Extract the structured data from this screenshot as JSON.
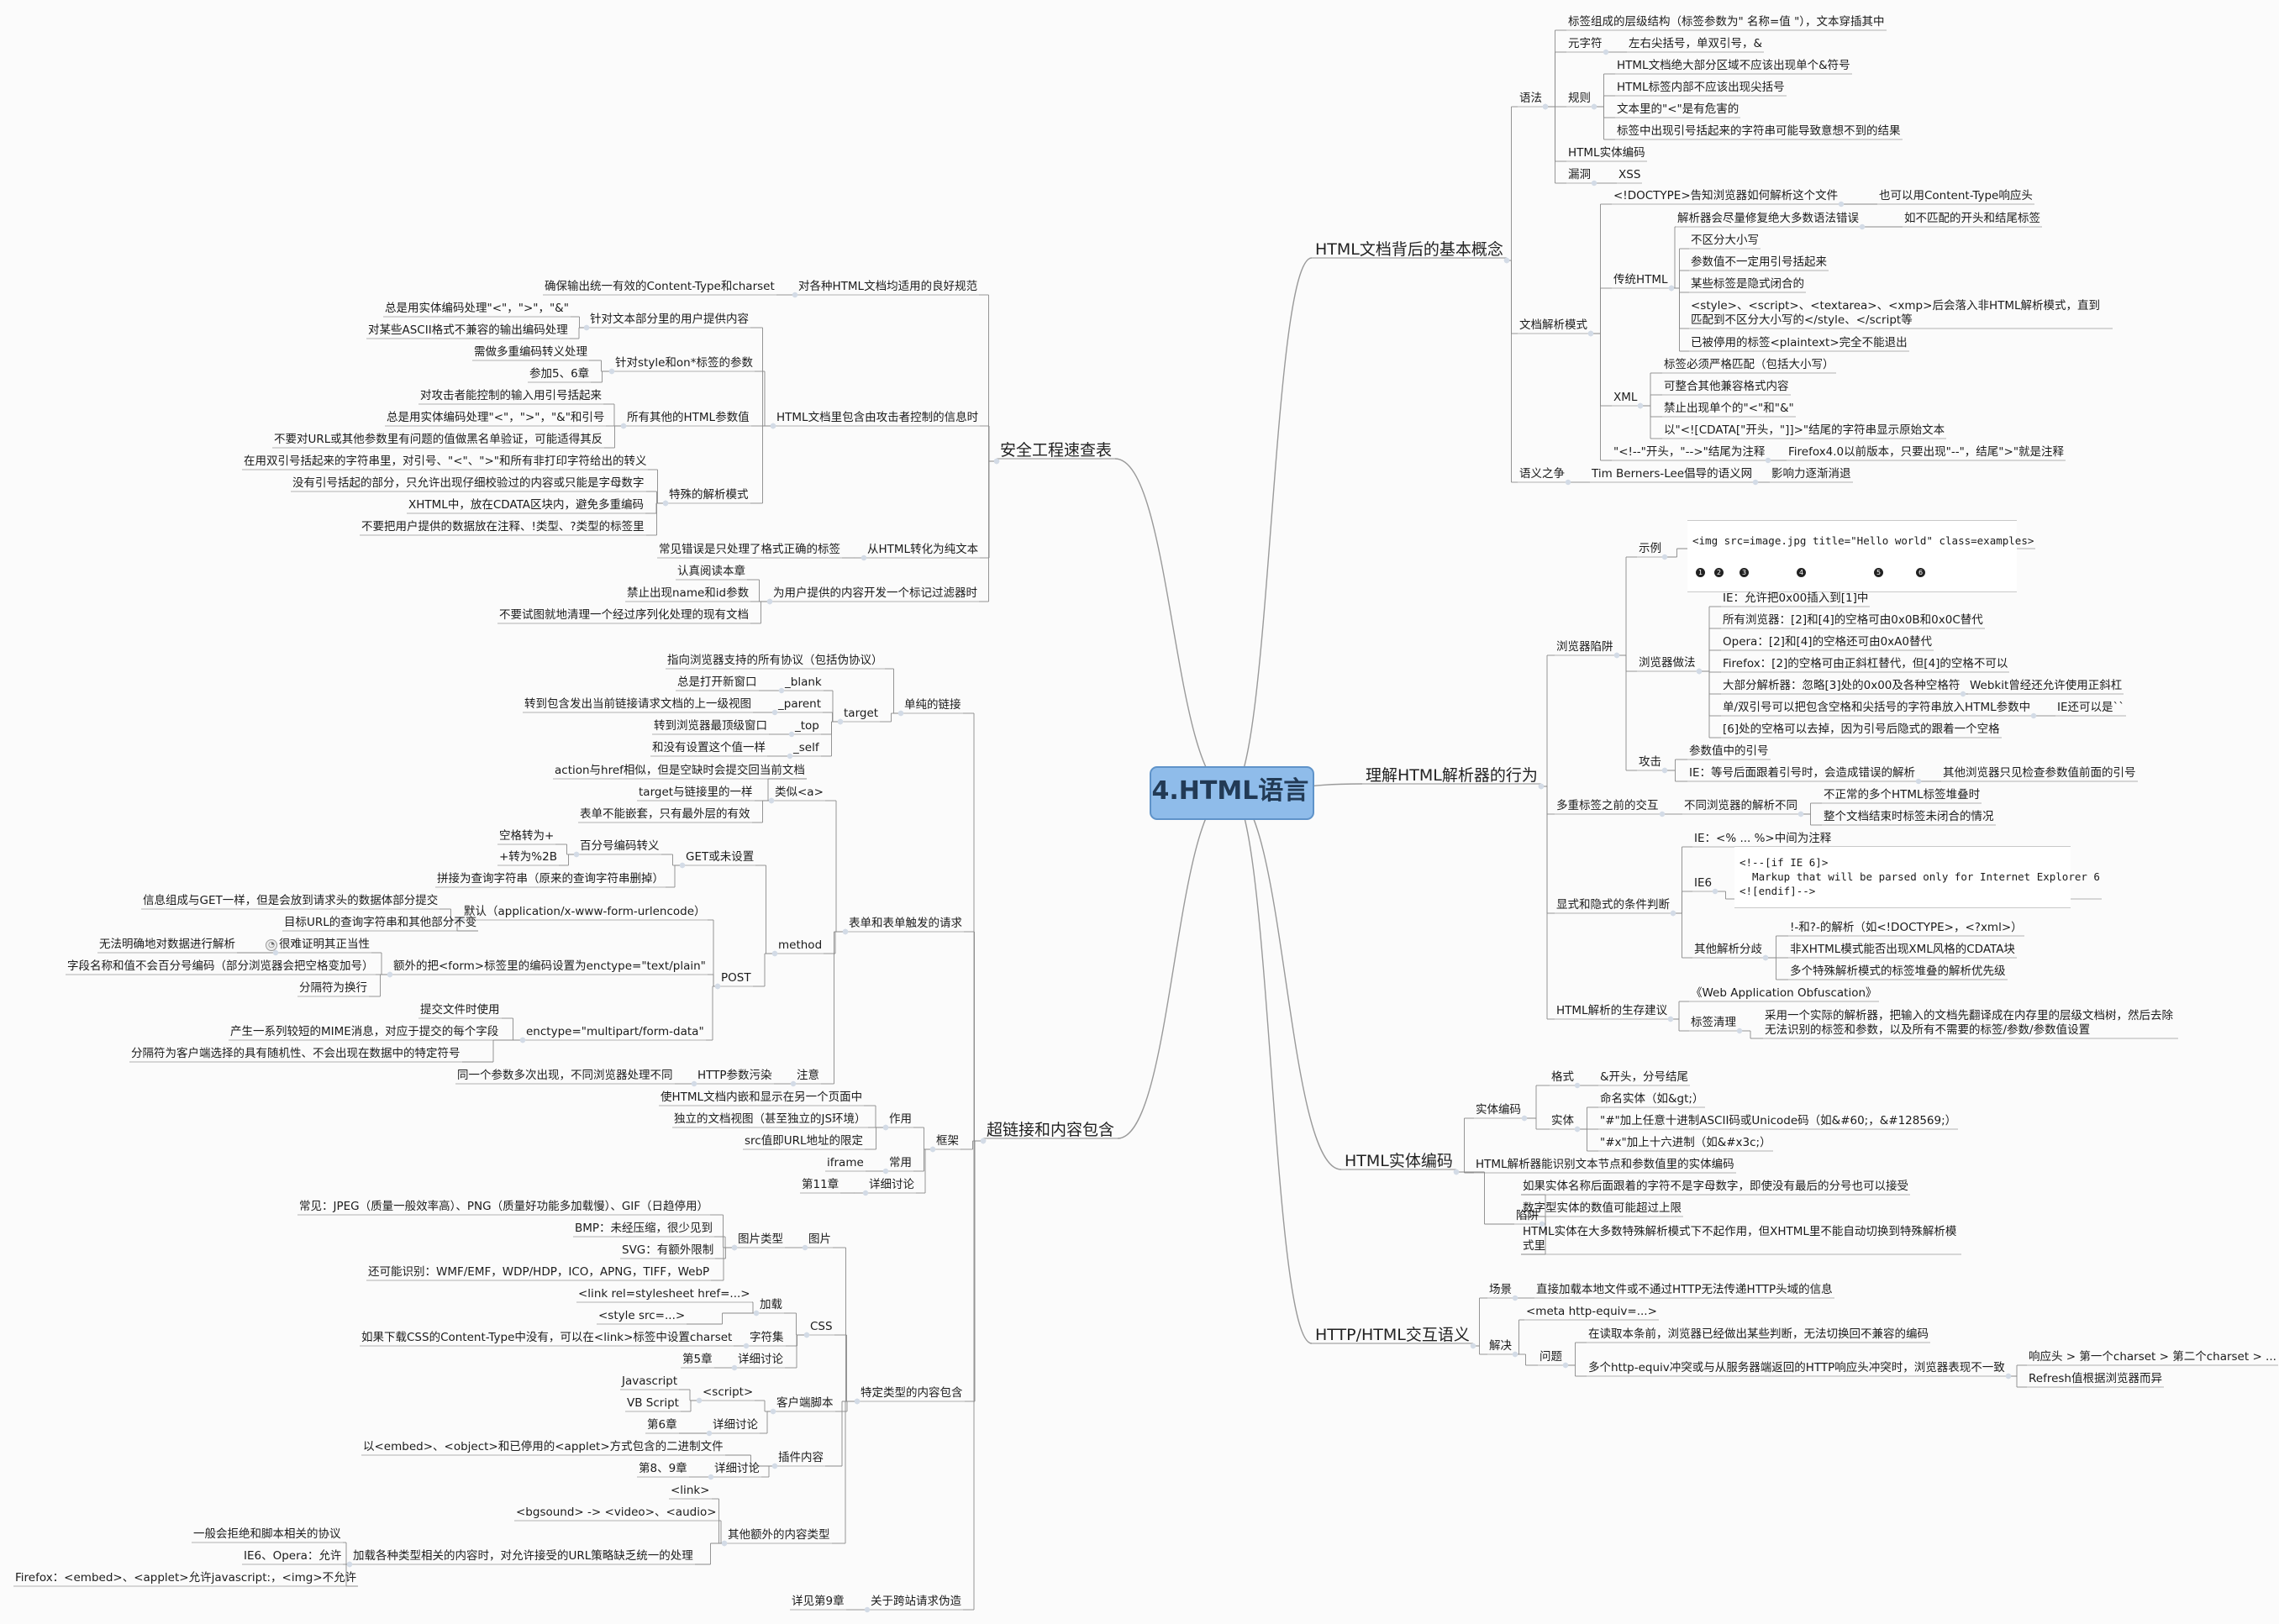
{
  "title": "4.HTML语言",
  "colors": {
    "center_fill": "#8fbcea",
    "center_border": "#5f93c9",
    "line": "#8a8a8a",
    "dot": "#d3dbe6"
  },
  "branches": [
    {
      "id": "b1",
      "label": "HTML文档背后的基本概念"
    },
    {
      "id": "b2",
      "label": "理解HTML解析器的行为"
    },
    {
      "id": "b3",
      "label": "HTML实体编码"
    },
    {
      "id": "b4",
      "label": "HTTP/HTML交互语义"
    },
    {
      "id": "b5",
      "label": "安全工程速查表"
    },
    {
      "id": "b6",
      "label": "超链接和内容包含"
    }
  ],
  "nodes": [
    {
      "id": "b1_1",
      "parent": "b1",
      "label": "语法"
    },
    {
      "id": "b1_1_1",
      "parent": "b1_1",
      "label": "标签组成的层级结构（标签参数为\" 名称=值 \"），文本穿插其中"
    },
    {
      "id": "b1_1_2",
      "parent": "b1_1",
      "label": "元字符"
    },
    {
      "id": "b1_1_2_1",
      "parent": "b1_1_2",
      "label": "左右尖括号，单双引号，&"
    },
    {
      "id": "b1_1_3",
      "parent": "b1_1",
      "label": "规则"
    },
    {
      "id": "b1_1_3_1",
      "parent": "b1_1_3",
      "label": "HTML文档绝大部分区域不应该出现单个&符号"
    },
    {
      "id": "b1_1_3_2",
      "parent": "b1_1_3",
      "label": "HTML标签内部不应该出现尖括号"
    },
    {
      "id": "b1_1_3_3",
      "parent": "b1_1_3",
      "label": "文本里的\"<\"是有危害的"
    },
    {
      "id": "b1_1_3_4",
      "parent": "b1_1_3",
      "label": "标签中出现引号括起来的字符串可能导致意想不到的结果"
    },
    {
      "id": "b1_1_4",
      "parent": "b1_1",
      "label": "HTML实体编码"
    },
    {
      "id": "b1_1_5",
      "parent": "b1_1",
      "label": "漏洞"
    },
    {
      "id": "b1_1_5_1",
      "parent": "b1_1_5",
      "label": "XSS"
    },
    {
      "id": "b1_2",
      "parent": "b1",
      "label": "文档解析模式"
    },
    {
      "id": "b1_2_1",
      "parent": "b1_2",
      "label": "<!DOCTYPE>告知浏览器如何解析这个文件"
    },
    {
      "id": "b1_2_1_1",
      "parent": "b1_2_1",
      "label": "也可以用Content-Type响应头"
    },
    {
      "id": "b1_2_2",
      "parent": "b1_2",
      "label": "传统HTML"
    },
    {
      "id": "b1_2_2_1",
      "parent": "b1_2_2",
      "label": "解析器会尽量修复绝大多数语法错误"
    },
    {
      "id": "b1_2_2_1_1",
      "parent": "b1_2_2_1",
      "label": "如不匹配的开头和结尾标签"
    },
    {
      "id": "b1_2_2_2",
      "parent": "b1_2_2",
      "label": "不区分大小写"
    },
    {
      "id": "b1_2_2_3",
      "parent": "b1_2_2",
      "label": "参数值不一定用引号括起来"
    },
    {
      "id": "b1_2_2_4",
      "parent": "b1_2_2",
      "label": "某些标签是隐式闭合的"
    },
    {
      "id": "b1_2_2_5",
      "parent": "b1_2_2",
      "label": "<style>、<script>、<textarea>、<xmp>后会落入非HTML解析模式，直到匹配到不区分大小写的</style、</script等",
      "multi": true
    },
    {
      "id": "b1_2_2_6",
      "parent": "b1_2_2",
      "label": "已被停用的标签<plaintext>完全不能退出"
    },
    {
      "id": "b1_2_3",
      "parent": "b1_2",
      "label": "XML"
    },
    {
      "id": "b1_2_3_1",
      "parent": "b1_2_3",
      "label": "标签必须严格匹配（包括大小写）"
    },
    {
      "id": "b1_2_3_2",
      "parent": "b1_2_3",
      "label": "可整合其他兼容格式内容"
    },
    {
      "id": "b1_2_3_3",
      "parent": "b1_2_3",
      "label": "禁止出现单个的\"<\"和\"&\""
    },
    {
      "id": "b1_2_3_4",
      "parent": "b1_2_3",
      "label": "以\"<![CDATA[\"开头，\"]]>\"结尾的字符串显示原始文本"
    },
    {
      "id": "b1_2_4",
      "parent": "b1_2",
      "label": "\"<!--\"开头，\"-->\"结尾为注释"
    },
    {
      "id": "b1_2_4_1",
      "parent": "b1_2_4",
      "label": "Firefox4.0以前版本，只要出现\"--\"，结尾\">\"就是注释"
    },
    {
      "id": "b1_3",
      "parent": "b1",
      "label": "语义之争"
    },
    {
      "id": "b1_3_1",
      "parent": "b1_3",
      "label": "Tim Berners-Lee倡导的语义网"
    },
    {
      "id": "b1_3_1_1",
      "parent": "b1_3_1",
      "label": "影响力逐渐消退"
    },
    {
      "id": "b2_1",
      "parent": "b2",
      "label": "浏览器陷阱"
    },
    {
      "id": "b2_1_1",
      "parent": "b2_1",
      "label": "示例"
    },
    {
      "id": "b2_1_1_1",
      "parent": "b2_1_1",
      "label": "<img src=image.jpg title=\"Hello world\" class=examples>",
      "mono": true
    },
    {
      "id": "b2_1_2",
      "parent": "b2_1",
      "label": "浏览器做法"
    },
    {
      "id": "b2_1_2_1",
      "parent": "b2_1_2",
      "label": "IE：允许把0x00插入到[1]中"
    },
    {
      "id": "b2_1_2_2",
      "parent": "b2_1_2",
      "label": "所有浏览器：[2]和[4]的空格可由0x0B和0x0C替代"
    },
    {
      "id": "b2_1_2_3",
      "parent": "b2_1_2",
      "label": "Opera：[2]和[4]的空格还可由0xA0替代"
    },
    {
      "id": "b2_1_2_4",
      "parent": "b2_1_2",
      "label": "Firefox：[2]的空格可由正斜杠替代，但[4]的空格不可以"
    },
    {
      "id": "b2_1_2_5",
      "parent": "b2_1_2",
      "label": "大部分解析器：忽略[3]处的0x00及各种空格符"
    },
    {
      "id": "b2_1_2_5_1",
      "parent": "b2_1_2_5",
      "label": "Webkit曾经还允许使用正斜杠"
    },
    {
      "id": "b2_1_2_6",
      "parent": "b2_1_2",
      "label": "单/双引号可以把包含空格和尖括号的字符串放入HTML参数中"
    },
    {
      "id": "b2_1_2_6_1",
      "parent": "b2_1_2_6",
      "label": "IE还可以是``"
    },
    {
      "id": "b2_1_2_7",
      "parent": "b2_1_2",
      "label": "[6]处的空格可以去掉，因为引号后隐式的跟着一个空格"
    },
    {
      "id": "b2_1_3",
      "parent": "b2_1",
      "label": "攻击"
    },
    {
      "id": "b2_1_3_1",
      "parent": "b2_1_3",
      "label": "参数值中的引号"
    },
    {
      "id": "b2_1_3_2",
      "parent": "b2_1_3",
      "label": "IE：等号后面跟着引号时，会造成错误的解析"
    },
    {
      "id": "b2_1_3_2_1",
      "parent": "b2_1_3_2",
      "label": "其他浏览器只见检查参数值前面的引号"
    },
    {
      "id": "b2_2",
      "parent": "b2",
      "label": "多重标签之前的交互"
    },
    {
      "id": "b2_2_1",
      "parent": "b2_2",
      "label": "不同浏览器的解析不同"
    },
    {
      "id": "b2_2_1_1",
      "parent": "b2_2_1",
      "label": "不正常的多个HTML标签堆叠时"
    },
    {
      "id": "b2_2_1_2",
      "parent": "b2_2_1",
      "label": "整个文档结束时标签未闭合的情况"
    },
    {
      "id": "b2_3",
      "parent": "b2",
      "label": "显式和隐式的条件判断"
    },
    {
      "id": "b2_3_1",
      "parent": "b2_3",
      "label": "IE：<% ... %>中间为注释"
    },
    {
      "id": "b2_3_2",
      "parent": "b2_3",
      "label": "IE6"
    },
    {
      "id": "b2_3_2_1",
      "parent": "b2_3_2",
      "label": "<!--[if IE 6]>\n  Markup that will be parsed only for Internet Explorer 6\n<![endif]-->",
      "mono": true
    },
    {
      "id": "b2_3_3",
      "parent": "b2_3",
      "label": "其他解析分歧"
    },
    {
      "id": "b2_3_3_1",
      "parent": "b2_3_3",
      "label": "!-和?-的解析（如<!DOCTYPE>，<?xml>）"
    },
    {
      "id": "b2_3_3_2",
      "parent": "b2_3_3",
      "label": "非XHTML模式能否出现XML风格的CDATA块"
    },
    {
      "id": "b2_3_3_3",
      "parent": "b2_3_3",
      "label": "多个特殊解析模式的标签堆叠的解析优先级"
    },
    {
      "id": "b2_4",
      "parent": "b2",
      "label": "HTML解析的生存建议"
    },
    {
      "id": "b2_4_1",
      "parent": "b2_4",
      "label": "《Web Application Obfuscation》"
    },
    {
      "id": "b2_4_2",
      "parent": "b2_4",
      "label": "标签清理"
    },
    {
      "id": "b2_4_2_1",
      "parent": "b2_4_2",
      "label": "采用一个实际的解析器，把输入的文档先翻译成在内存里的层级文档树，然后去除无法识别的标签和参数，以及所有不需要的标签/参数/参数值设置",
      "multi": true
    },
    {
      "id": "b3_1",
      "parent": "b3",
      "label": "实体编码"
    },
    {
      "id": "b3_1_1",
      "parent": "b3_1",
      "label": "格式"
    },
    {
      "id": "b3_1_1_1",
      "parent": "b3_1_1",
      "label": "&开头，分号结尾"
    },
    {
      "id": "b3_1_2",
      "parent": "b3_1",
      "label": "实体"
    },
    {
      "id": "b3_1_2_1",
      "parent": "b3_1_2",
      "label": "命名实体（如&gt;）"
    },
    {
      "id": "b3_1_2_2",
      "parent": "b3_1_2",
      "label": "\"#\"加上任意十进制ASCII码或Unicode码（如&#60;，&#128569;）"
    },
    {
      "id": "b3_1_2_3",
      "parent": "b3_1_2",
      "label": "\"#x\"加上十六进制（如&#x3c;）"
    },
    {
      "id": "b3_2",
      "parent": "b3",
      "label": "HTML解析器能识别文本节点和参数值里的实体编码"
    },
    {
      "id": "b3_3",
      "parent": "b3",
      "label": "陷阱"
    },
    {
      "id": "b3_3_1",
      "parent": "b3_3",
      "label": "如果实体名称后面跟着的字符不是字母数字，即使没有最后的分号也可以接受"
    },
    {
      "id": "b3_3_2",
      "parent": "b3_3",
      "label": "数字型实体的数值可能超过上限"
    },
    {
      "id": "b3_3_3",
      "parent": "b3_3",
      "label": "HTML实体在大多数特殊解析模式下不起作用，但XHTML里不能自动切换到特殊解析模式里",
      "multi": true
    },
    {
      "id": "b4_1",
      "parent": "b4",
      "label": "场景"
    },
    {
      "id": "b4_1_1",
      "parent": "b4_1",
      "label": "直接加载本地文件或不通过HTTP无法传递HTTP头域的信息"
    },
    {
      "id": "b4_2",
      "parent": "b4",
      "label": "解决"
    },
    {
      "id": "b4_2_1",
      "parent": "b4_2",
      "label": "<meta http-equiv=...>"
    },
    {
      "id": "b4_2_2",
      "parent": "b4_2",
      "label": "问题"
    },
    {
      "id": "b4_2_2_1",
      "parent": "b4_2_2",
      "label": "在读取本条前，浏览器已经做出某些判断，无法切换回不兼容的编码"
    },
    {
      "id": "b4_2_2_2",
      "parent": "b4_2_2",
      "label": "多个http-equiv冲突或与从服务器端返回的HTTP响应头冲突时，浏览器表现不一致"
    },
    {
      "id": "b4_2_2_2_1",
      "parent": "b4_2_2_2",
      "label": "响应头 > 第一个charset > 第二个charset > ..."
    },
    {
      "id": "b4_2_2_2_2",
      "parent": "b4_2_2_2",
      "label": "Refresh值根据浏览器而异"
    },
    {
      "id": "b5_1",
      "parent": "b5",
      "label": "对各种HTML文档均适用的良好规范"
    },
    {
      "id": "b5_1_1",
      "parent": "b5_1",
      "label": "确保输出统一有效的Content-Type和charset"
    },
    {
      "id": "b5_2",
      "parent": "b5",
      "label": "HTML文档里包含由攻击者控制的信息时"
    },
    {
      "id": "b5_2_1",
      "parent": "b5_2",
      "label": "针对文本部分里的用户提供内容"
    },
    {
      "id": "b5_2_1_1",
      "parent": "b5_2_1",
      "label": "总是用实体编码处理\"<\"，\">\"，\"&\""
    },
    {
      "id": "b5_2_1_2",
      "parent": "b5_2_1",
      "label": "对某些ASCII格式不兼容的输出编码处理"
    },
    {
      "id": "b5_2_2",
      "parent": "b5_2",
      "label": "针对style和on*标签的参数"
    },
    {
      "id": "b5_2_2_1",
      "parent": "b5_2_2",
      "label": "需做多重编码转义处理"
    },
    {
      "id": "b5_2_2_2",
      "parent": "b5_2_2",
      "label": "参加5、6章"
    },
    {
      "id": "b5_2_3",
      "parent": "b5_2",
      "label": "所有其他的HTML参数值"
    },
    {
      "id": "b5_2_3_1",
      "parent": "b5_2_3",
      "label": "对攻击者能控制的输入用引号括起来"
    },
    {
      "id": "b5_2_3_2",
      "parent": "b5_2_3",
      "label": "总是用实体编码处理\"<\"，\">\"，\"&\"和引号"
    },
    {
      "id": "b5_2_3_3",
      "parent": "b5_2_3",
      "label": "不要对URL或其他参数里有问题的值做黑名单验证，可能适得其反"
    },
    {
      "id": "b5_2_4",
      "parent": "b5_2",
      "label": "特殊的解析模式"
    },
    {
      "id": "b5_2_4_1",
      "parent": "b5_2_4",
      "label": "在用双引号括起来的字符串里，对引号、\"<\"、\">\"和所有非打印字符给出的转义"
    },
    {
      "id": "b5_2_4_2",
      "parent": "b5_2_4",
      "label": "没有引号括起的部分，只允许出现仔细校验过的内容或只能是字母数字"
    },
    {
      "id": "b5_2_4_3",
      "parent": "b5_2_4",
      "label": "XHTML中，放在CDATA区块内，避免多重编码"
    },
    {
      "id": "b5_2_4_4",
      "parent": "b5_2_4",
      "label": "不要把用户提供的数据放在注释、!类型、?类型的标签里"
    },
    {
      "id": "b5_3",
      "parent": "b5",
      "label": "从HTML转化为纯文本"
    },
    {
      "id": "b5_3_1",
      "parent": "b5_3",
      "label": "常见错误是只处理了格式正确的标签"
    },
    {
      "id": "b5_4",
      "parent": "b5",
      "label": "为用户提供的内容开发一个标记过滤器时"
    },
    {
      "id": "b5_4_1",
      "parent": "b5_4",
      "label": "认真阅读本章"
    },
    {
      "id": "b5_4_2",
      "parent": "b5_4",
      "label": "禁止出现name和id参数"
    },
    {
      "id": "b5_4_3",
      "parent": "b5_4",
      "label": "不要试图就地清理一个经过序列化处理的现有文档"
    },
    {
      "id": "b6_1",
      "parent": "b6",
      "label": "单纯的链接"
    },
    {
      "id": "b6_1_1",
      "parent": "b6_1",
      "label": "指向浏览器支持的所有协议（包括伪协议）"
    },
    {
      "id": "b6_1_2",
      "parent": "b6_1",
      "label": "target"
    },
    {
      "id": "b6_1_2_1",
      "parent": "b6_1_2",
      "label": "_blank"
    },
    {
      "id": "b6_1_2_1_1",
      "parent": "b6_1_2_1",
      "label": "总是打开新窗口"
    },
    {
      "id": "b6_1_2_2",
      "parent": "b6_1_2",
      "label": "_parent"
    },
    {
      "id": "b6_1_2_2_1",
      "parent": "b6_1_2_2",
      "label": "转到包含发出当前链接请求文档的上一级视图"
    },
    {
      "id": "b6_1_2_3",
      "parent": "b6_1_2",
      "label": "_top"
    },
    {
      "id": "b6_1_2_3_1",
      "parent": "b6_1_2_3",
      "label": "转到浏览器最顶级窗口"
    },
    {
      "id": "b6_1_2_4",
      "parent": "b6_1_2",
      "label": "_self"
    },
    {
      "id": "b6_1_2_4_1",
      "parent": "b6_1_2_4",
      "label": "和没有设置这个值一样"
    },
    {
      "id": "b6_2",
      "parent": "b6",
      "label": "表单和表单触发的请求"
    },
    {
      "id": "b6_2_1",
      "parent": "b6_2",
      "label": "类似<a>"
    },
    {
      "id": "b6_2_1_1",
      "parent": "b6_2_1",
      "label": "action与href相似，但是空缺时会提交回当前文档"
    },
    {
      "id": "b6_2_1_2",
      "parent": "b6_2_1",
      "label": "target与链接里的一样"
    },
    {
      "id": "b6_2_1_3",
      "parent": "b6_2_1",
      "label": "表单不能嵌套，只有最外层的有效"
    },
    {
      "id": "b6_2_2",
      "parent": "b6_2",
      "label": "method"
    },
    {
      "id": "b6_2_2_1",
      "parent": "b6_2_2",
      "label": "GET或未设置"
    },
    {
      "id": "b6_2_2_1_1",
      "parent": "b6_2_2_1",
      "label": "百分号编码转义"
    },
    {
      "id": "b6_2_2_1_1_1",
      "parent": "b6_2_2_1_1",
      "label": "空格转为+"
    },
    {
      "id": "b6_2_2_1_1_2",
      "parent": "b6_2_2_1_1",
      "label": "+转为%2B"
    },
    {
      "id": "b6_2_2_1_2",
      "parent": "b6_2_2_1",
      "label": "拼接为查询字符串（原来的查询字符串删掉）"
    },
    {
      "id": "b6_2_2_2",
      "parent": "b6_2_2",
      "label": "POST"
    },
    {
      "id": "b6_2_2_2_1",
      "parent": "b6_2_2_2",
      "label": "默认（application/x-www-form-urlencode）"
    },
    {
      "id": "b6_2_2_2_1_1",
      "parent": "b6_2_2_2_1",
      "label": "信息组成与GET一样，但是会放到请求头的数据体部分提交"
    },
    {
      "id": "b6_2_2_2_1_2",
      "parent": "b6_2_2_2_1",
      "label": "目标URL的查询字符串和其他部分不变"
    },
    {
      "id": "b6_2_2_2_2",
      "parent": "b6_2_2_2",
      "label": "额外的把<form>标签里的编码设置为enctype=\"text/plain\""
    },
    {
      "id": "b6_2_2_2_2_1",
      "parent": "b6_2_2_2_2",
      "label": "很难证明其正当性"
    },
    {
      "id": "b6_2_2_2_2_1_1",
      "parent": "b6_2_2_2_2_1",
      "label": "无法明确地对数据进行解析"
    },
    {
      "id": "b6_2_2_2_2_2",
      "parent": "b6_2_2_2_2",
      "label": "字段名称和值不会百分号编码（部分浏览器会把空格变加号）"
    },
    {
      "id": "b6_2_2_2_2_3",
      "parent": "b6_2_2_2_2",
      "label": "分隔符为换行"
    },
    {
      "id": "b6_2_2_2_3",
      "parent": "b6_2_2_2",
      "label": "enctype=\"multipart/form-data\""
    },
    {
      "id": "b6_2_2_2_3_1",
      "parent": "b6_2_2_2_3",
      "label": "提交文件时使用"
    },
    {
      "id": "b6_2_2_2_3_2",
      "parent": "b6_2_2_2_3",
      "label": "产生一系列较短的MIME消息，对应于提交的每个字段"
    },
    {
      "id": "b6_2_2_2_3_3",
      "parent": "b6_2_2_2_3",
      "label": "分隔符为客户端选择的具有随机性、不会出现在数据中的特定符号"
    },
    {
      "id": "b6_2_3",
      "parent": "b6_2",
      "label": "注意"
    },
    {
      "id": "b6_2_3_1",
      "parent": "b6_2_3",
      "label": "HTTP参数污染"
    },
    {
      "id": "b6_2_3_1_1",
      "parent": "b6_2_3_1",
      "label": "同一个参数多次出现，不同浏览器处理不同"
    },
    {
      "id": "b6_3",
      "parent": "b6",
      "label": "框架"
    },
    {
      "id": "b6_3_1",
      "parent": "b6_3",
      "label": "作用"
    },
    {
      "id": "b6_3_1_1",
      "parent": "b6_3_1",
      "label": "使HTML文档内嵌和显示在另一个页面中"
    },
    {
      "id": "b6_3_1_2",
      "parent": "b6_3_1",
      "label": "独立的文档视图（甚至独立的JS环境）"
    },
    {
      "id": "b6_3_1_3",
      "parent": "b6_3_1",
      "label": "src值即URL地址的限定"
    },
    {
      "id": "b6_3_2",
      "parent": "b6_3",
      "label": "常用"
    },
    {
      "id": "b6_3_2_1",
      "parent": "b6_3_2",
      "label": "iframe"
    },
    {
      "id": "b6_3_3",
      "parent": "b6_3",
      "label": "详细讨论"
    },
    {
      "id": "b6_3_3_1",
      "parent": "b6_3_3",
      "label": "第11章"
    },
    {
      "id": "b6_4",
      "parent": "b6",
      "label": "特定类型的内容包含"
    },
    {
      "id": "b6_4_1",
      "parent": "b6_4",
      "label": "图片"
    },
    {
      "id": "b6_4_1_1",
      "parent": "b6_4_1",
      "label": "图片类型"
    },
    {
      "id": "b6_4_1_1_1",
      "parent": "b6_4_1_1",
      "label": "常见：JPEG（质量一般效率高）、PNG（质量好功能多加载慢）、GIF（日趋停用）"
    },
    {
      "id": "b6_4_1_1_2",
      "parent": "b6_4_1_1",
      "label": "BMP：未经压缩，很少见到"
    },
    {
      "id": "b6_4_1_1_3",
      "parent": "b6_4_1_1",
      "label": "SVG：有额外限制"
    },
    {
      "id": "b6_4_1_1_4",
      "parent": "b6_4_1_1",
      "label": "还可能识别：WMF/EMF，WDP/HDP，ICO，APNG，TIFF，WebP"
    },
    {
      "id": "b6_4_2",
      "parent": "b6_4",
      "label": "CSS"
    },
    {
      "id": "b6_4_2_1",
      "parent": "b6_4_2",
      "label": "加载"
    },
    {
      "id": "b6_4_2_1_1",
      "parent": "b6_4_2_1",
      "label": "<link rel=stylesheet href=...>"
    },
    {
      "id": "b6_4_2_1_2",
      "parent": "b6_4_2_1",
      "label": "<style src=...>"
    },
    {
      "id": "b6_4_2_2",
      "parent": "b6_4_2",
      "label": "字符集"
    },
    {
      "id": "b6_4_2_2_1",
      "parent": "b6_4_2_2",
      "label": "如果下载CSS的Content-Type中没有，可以在<link>标签中设置charset"
    },
    {
      "id": "b6_4_2_3",
      "parent": "b6_4_2",
      "label": "详细讨论"
    },
    {
      "id": "b6_4_2_3_1",
      "parent": "b6_4_2_3",
      "label": "第5章"
    },
    {
      "id": "b6_4_3",
      "parent": "b6_4",
      "label": "客户端脚本"
    },
    {
      "id": "b6_4_3_1",
      "parent": "b6_4_3",
      "label": "<script>"
    },
    {
      "id": "b6_4_3_1_1",
      "parent": "b6_4_3_1",
      "label": "Javascript"
    },
    {
      "id": "b6_4_3_1_2",
      "parent": "b6_4_3_1",
      "label": "VB Script"
    },
    {
      "id": "b6_4_3_2",
      "parent": "b6_4_3",
      "label": "详细讨论"
    },
    {
      "id": "b6_4_3_2_1",
      "parent": "b6_4_3_2",
      "label": "第6章"
    },
    {
      "id": "b6_4_4",
      "parent": "b6_4",
      "label": "插件内容"
    },
    {
      "id": "b6_4_4_1",
      "parent": "b6_4_4",
      "label": "以<embed>、<object>和已停用的<applet>方式包含的二进制文件"
    },
    {
      "id": "b6_4_4_2",
      "parent": "b6_4_4",
      "label": "详细讨论"
    },
    {
      "id": "b6_4_4_2_1",
      "parent": "b6_4_4_2",
      "label": "第8、9章"
    },
    {
      "id": "b6_4_5",
      "parent": "b6_4",
      "label": "其他额外的内容类型"
    },
    {
      "id": "b6_4_5_1",
      "parent": "b6_4_5",
      "label": "<link>"
    },
    {
      "id": "b6_4_5_2",
      "parent": "b6_4_5",
      "label": "<bgsound> -> <video>、<audio>"
    },
    {
      "id": "b6_4_5_3",
      "parent": "b6_4_5",
      "label": "加载各种类型相关的内容时，对允许接受的URL策略缺乏统一的处理"
    },
    {
      "id": "b6_4_5_3_1",
      "parent": "b6_4_5_3",
      "label": "一般会拒绝和脚本相关的协议"
    },
    {
      "id": "b6_4_5_3_2",
      "parent": "b6_4_5_3",
      "label": "IE6、Opera：允许"
    },
    {
      "id": "b6_4_5_3_3",
      "parent": "b6_4_5_3",
      "label": "Firefox：<embed>、<applet>允许javascript:，<img>不允许"
    },
    {
      "id": "b6_5",
      "parent": "b6",
      "label": "关于跨站请求伪造"
    },
    {
      "id": "b6_5_1",
      "parent": "b6_5",
      "label": "详见第9章"
    }
  ]
}
